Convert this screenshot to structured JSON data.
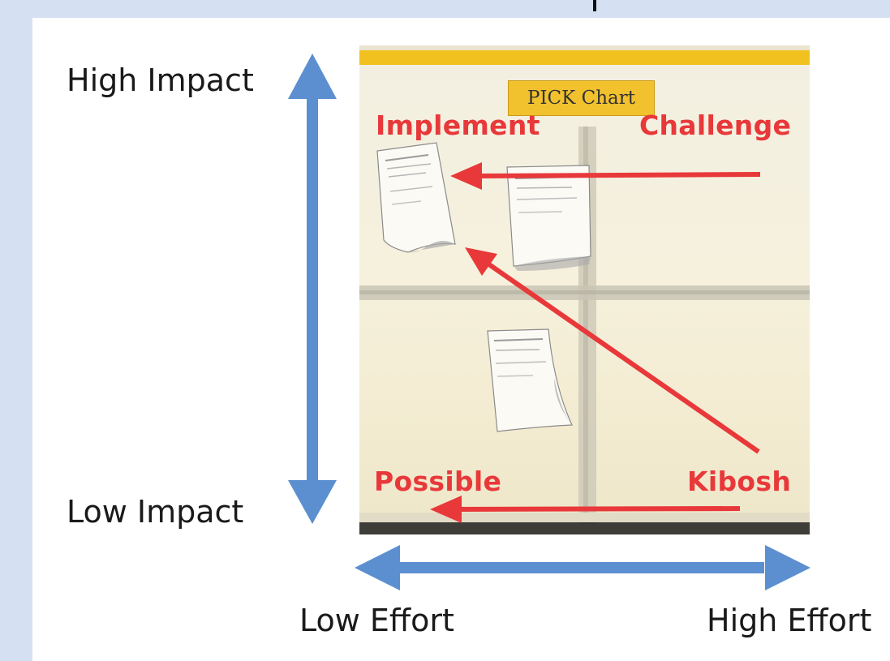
{
  "vertical_axis": {
    "top_label": "High Impact",
    "bottom_label": "Low Impact"
  },
  "horizontal_axis": {
    "left_label": "Low Effort",
    "right_label": "High Effort"
  },
  "photo": {
    "tag": "PICK Chart"
  },
  "quadrants": {
    "top_left": "Implement",
    "top_right": "Challenge",
    "bottom_left": "Possible",
    "bottom_right": "Kibosh"
  },
  "colors": {
    "axis_arrow": "#5b8fd0",
    "quadrant_label": "#e8383a",
    "background": "#d5e0f2",
    "tag": "#f2c12e"
  }
}
